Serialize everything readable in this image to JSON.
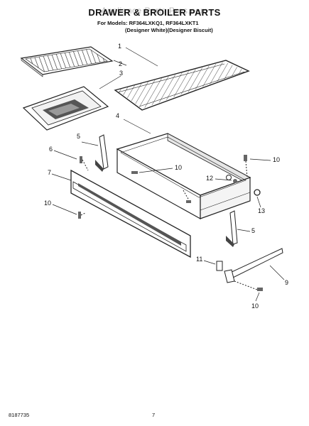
{
  "header": {
    "title": "DRAWER & BROILER PARTS",
    "watermark": "Appliance Parts Pros.com",
    "for_models": "For Models: RF364LXKQ1, RF364LXKT1",
    "designer": "(Designer White)(Designer Biscuit)"
  },
  "callouts": [
    "1",
    "2",
    "3",
    "4",
    "5",
    "6",
    "7",
    "10",
    "10",
    "12",
    "10",
    "13",
    "5",
    "11",
    "9",
    "10"
  ],
  "footer": {
    "doc_number": "8187735",
    "page_number": "7"
  }
}
